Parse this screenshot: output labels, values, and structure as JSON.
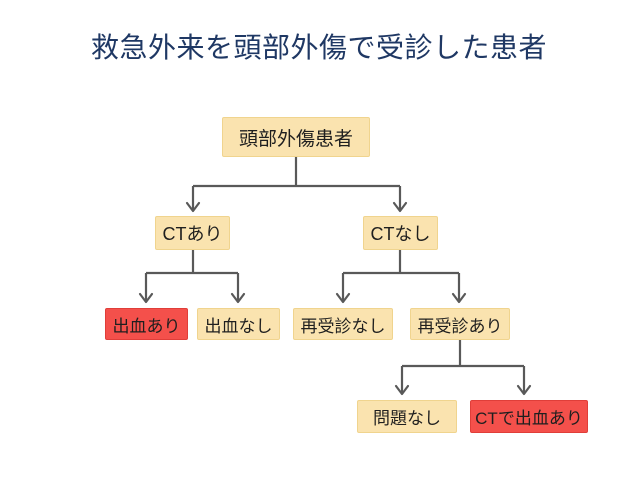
{
  "title": "救急外来を頭部外傷で受診した患者",
  "diagram": {
    "type": "decision-tree",
    "nodes": {
      "root": {
        "label": "頭部外傷患者",
        "variant": "default"
      },
      "ctYes": {
        "label": "CTあり",
        "variant": "default",
        "parent": "root"
      },
      "ctNo": {
        "label": "CTなし",
        "variant": "default",
        "parent": "root"
      },
      "bleedYes": {
        "label": "出血あり",
        "variant": "highlight",
        "parent": "ctYes"
      },
      "bleedNo": {
        "label": "出血なし",
        "variant": "default",
        "parent": "ctYes"
      },
      "revisitNo": {
        "label": "再受診なし",
        "variant": "default",
        "parent": "ctNo"
      },
      "revisitYes": {
        "label": "再受診あり",
        "variant": "default",
        "parent": "ctNo"
      },
      "noProblem": {
        "label": "問題なし",
        "variant": "default",
        "parent": "revisitYes"
      },
      "ctBleed": {
        "label": "CTで出血あり",
        "variant": "highlight",
        "parent": "revisitYes"
      }
    }
  },
  "colors": {
    "background": "#FFFFFF",
    "title_text": "#1F3864",
    "node_fill_default": "#FAE3AF",
    "node_border_default": "#F0D48E",
    "node_fill_highlight": "#F4504B",
    "node_border_highlight": "#E03E39",
    "node_text": "#1F1F1F",
    "connector": "#595959"
  }
}
